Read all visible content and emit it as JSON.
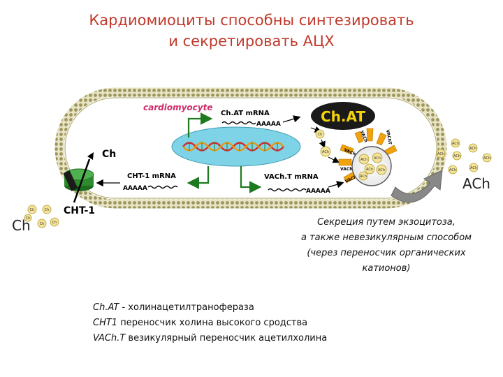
{
  "slide": {
    "title_line1": "Кардиомиоциты способны синтезировать",
    "title_line2": "и секретировать АЦХ"
  },
  "diagram": {
    "cell_label": "cardiomyocyte",
    "chat_label": "Ch.AT",
    "chat_mrna": "Ch.AT  mRNA",
    "cht1_mrna": "CHT-1  mRNA",
    "vacht_mrna": "VACh.T  mRNA",
    "polyA": "AAAAA",
    "transporter_label": "CHT-1",
    "ch": "Ch",
    "ach": "ACh",
    "vacht_small": "VACh",
    "vacht_vertical": "VAChT"
  },
  "caption": {
    "line1": "Секреция путем экзоцитоза,",
    "line2": "а также невезикулярным способом",
    "line3": "(через переносчик органических",
    "line4": "катионов)"
  },
  "legend": [
    {
      "abbr": "Ch.AT",
      "text": " - холинацетилтранофераза"
    },
    {
      "abbr": "CHT1",
      "text": " переносчик холина высокого сродства"
    },
    {
      "abbr": "VACh.T",
      "text": " везикулярный переносчик ацетилхолина"
    }
  ],
  "colors": {
    "title": "#c0392b",
    "membrane": "#b8b27a",
    "nucleus": "#7fd3e6",
    "chat_box": "#1a1a1a",
    "chat_text": "#f2d20a",
    "cht1_green": "#2e8b2e",
    "mrna_green": "#1e7a1e",
    "vacht_orange": "#f2a20a",
    "dot_fill": "#f4e39a",
    "arrow_gray": "#808080"
  }
}
